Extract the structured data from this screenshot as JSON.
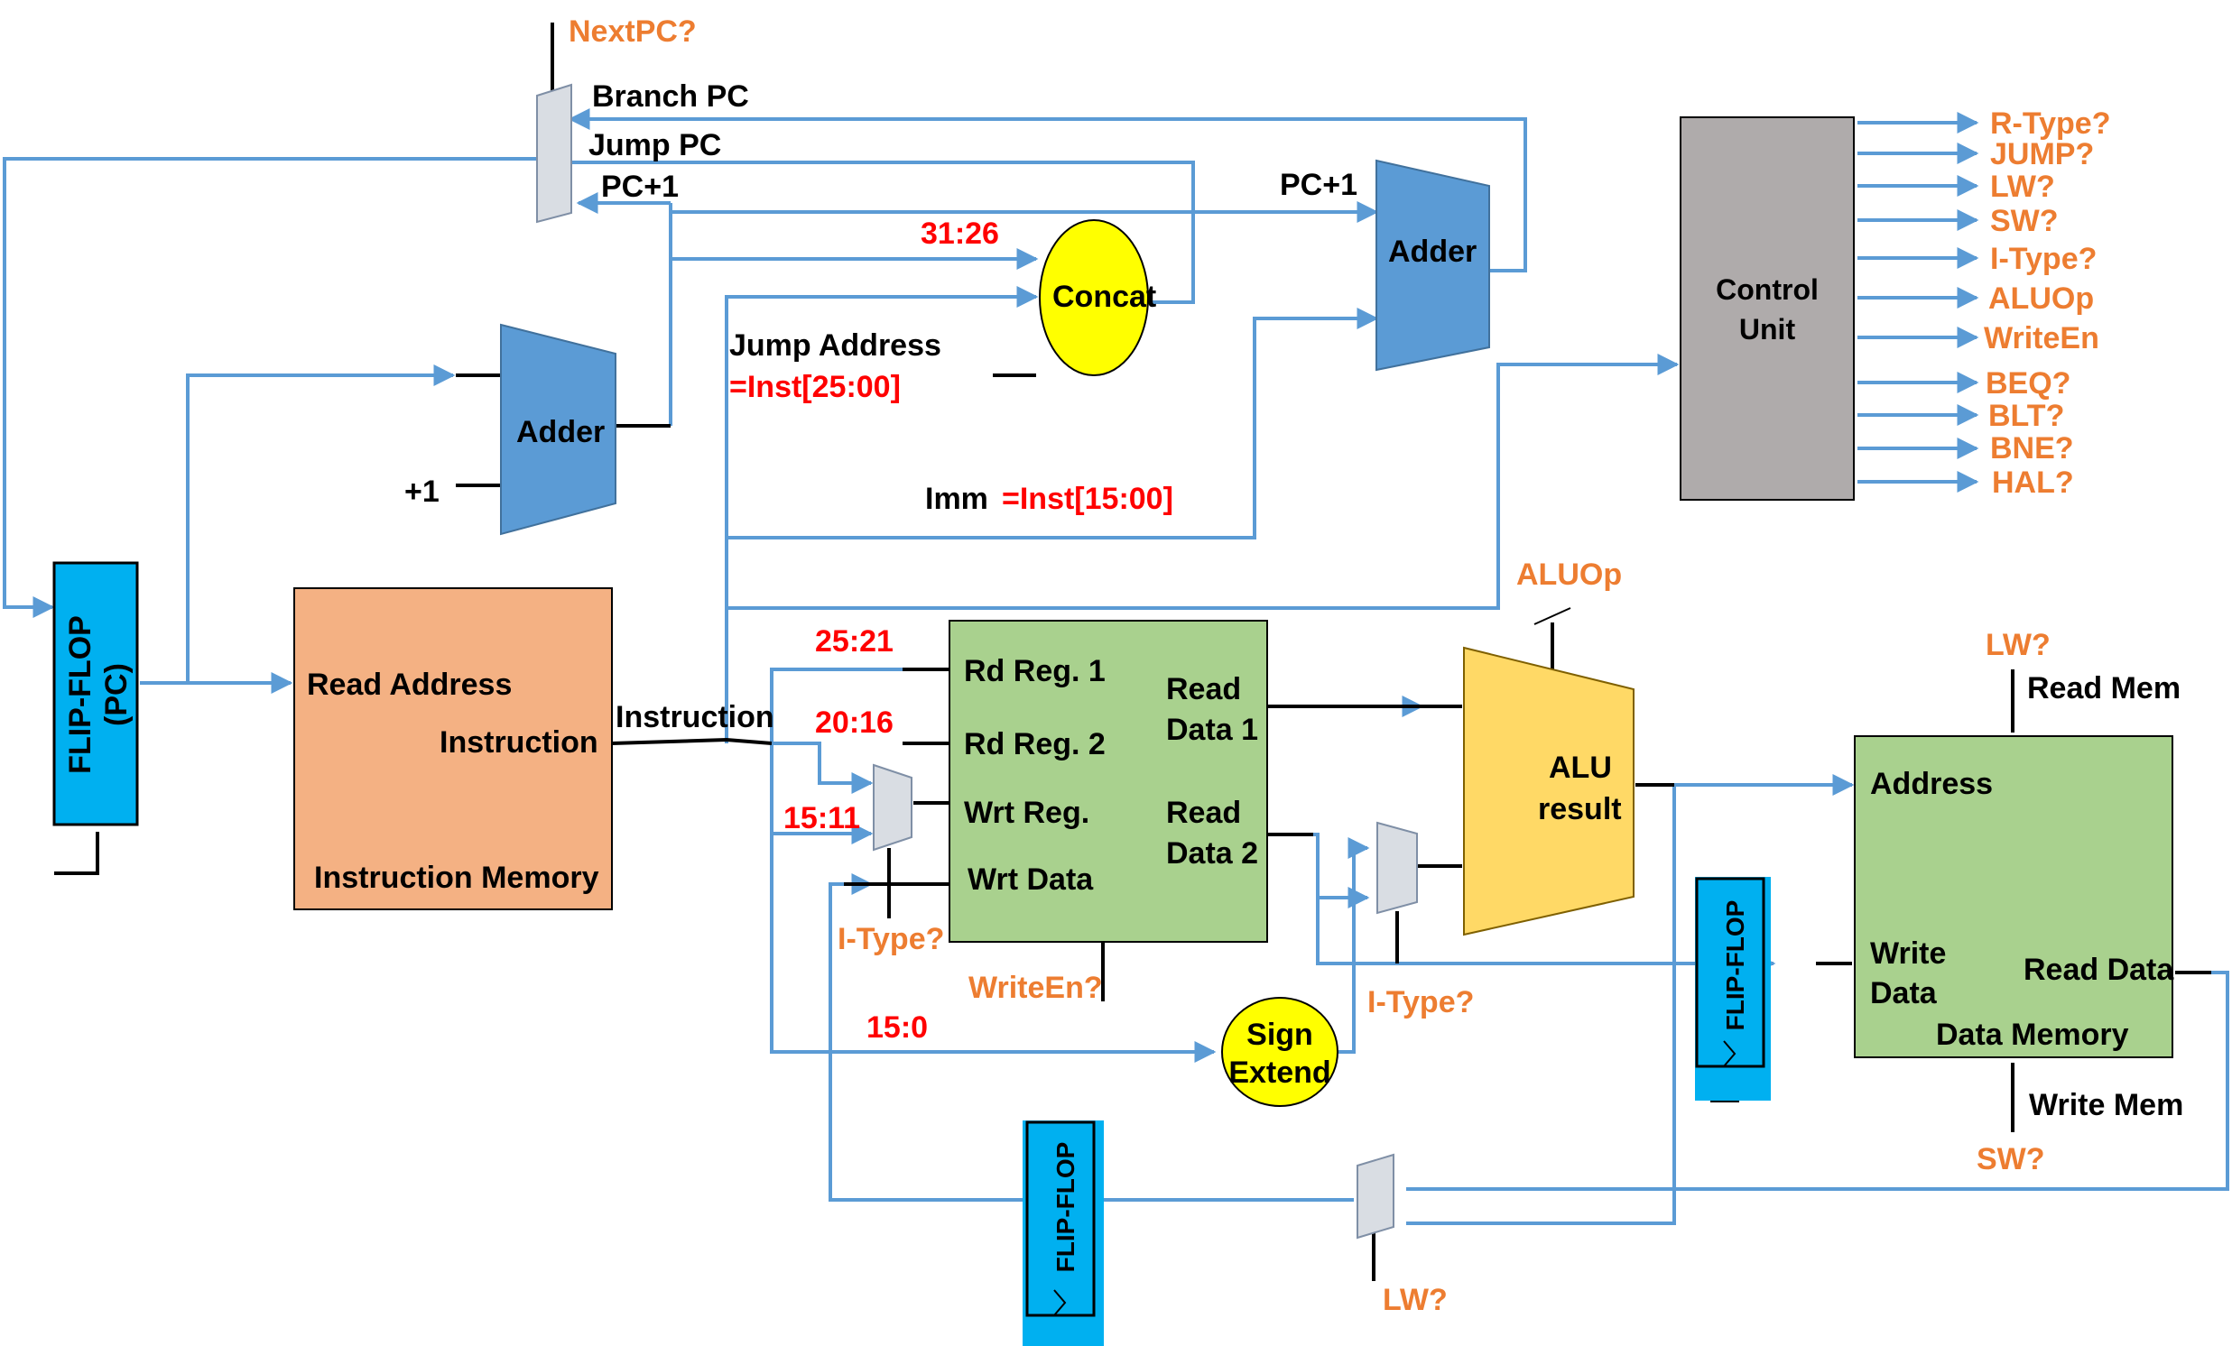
{
  "colors": {
    "wire": "#5b9bd5",
    "black": "#000000",
    "orange": "#ed7d31",
    "red": "#ff0000",
    "pc_flipflop": "#00b0f0",
    "adder": "#5b9bd5",
    "instr_mem": "#f4b183",
    "regfile": "#a9d18e",
    "alu": "#ffd966",
    "control": "#afabab",
    "ellipse": "#ffff00",
    "mux": "#d9dde3"
  },
  "top": {
    "nextpc": "NextPC?",
    "branch_pc": "Branch PC",
    "jump_pc": "Jump PC",
    "pc_plus1_left": "PC+1",
    "pc_plus1_right": "PC+1"
  },
  "fields": {
    "bits_31_26": "31:26",
    "jump_address": "Jump Address",
    "jump_address_expr": "=Inst[25:00]",
    "imm": "Imm",
    "imm_expr": "=Inst[15:00]",
    "bits_25_21": "25:21",
    "bits_20_16": "20:16",
    "bits_15_11": "15:11",
    "bits_15_0": "15:0"
  },
  "blocks": {
    "concat": "Concat",
    "adder_pc": "Adder",
    "adder_branch": "Adder",
    "plus_one": "+1",
    "pc_ff_line1": "FLIP-FLOP",
    "pc_ff_line2": "(PC)",
    "imem_read_address": "Read Address",
    "imem_instruction": "Instruction",
    "imem_title": "Instruction Memory",
    "instruction_wire": "Instruction",
    "control_line1": "Control",
    "control_line2": "Unit",
    "rf_rd1": "Rd Reg. 1",
    "rf_rd2": "Rd Reg. 2",
    "rf_wrt_reg": "Wrt Reg.",
    "rf_wrt_data": "Wrt Data",
    "rf_read": "Read",
    "rf_data1": "Data 1",
    "rf_data2": "Data 2",
    "alu_line1": "ALU",
    "alu_line2": "result",
    "sign_line1": "Sign",
    "sign_line2": "Extend",
    "dm_address": "Address",
    "dm_write": "Write",
    "dm_data": "Data",
    "dm_read_data": "Read Data",
    "dm_title": "Data Memory",
    "read_mem": "Read Mem",
    "write_mem": "Write Mem",
    "flipflop_mid": "FLIP-FLOP",
    "flipflop_bottom": "FLIP-FLOP"
  },
  "control_signals": [
    "R-Type?",
    "JUMP?",
    "LW?",
    "SW?",
    "I-Type?",
    "ALUOp",
    "WriteEn",
    "BEQ?",
    "BLT?",
    "BNE?",
    "HAL?"
  ],
  "datapath_signals": {
    "aluop": "ALUOp",
    "itype_1": "I-Type?",
    "itype_2": "I-Type?",
    "writeen": "WriteEn?",
    "lw_read": "LW?",
    "sw_write": "SW?",
    "lw_mux": "LW?"
  }
}
